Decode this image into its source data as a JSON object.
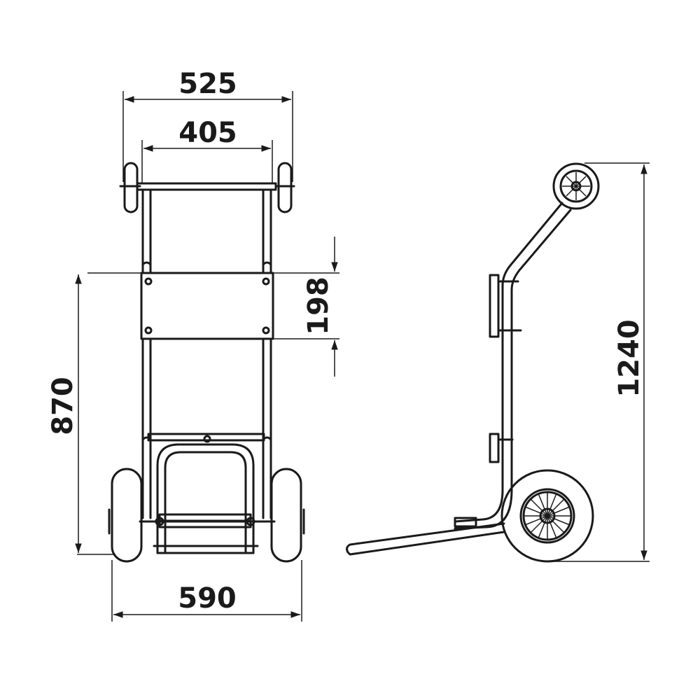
{
  "dimensions": {
    "overall_top_width": "525",
    "inner_top_width": "405",
    "plate_height": "198",
    "frame_height": "870",
    "wheel_track_width": "590",
    "overall_height": "1240"
  },
  "colors": {
    "line": "#1a1a1a",
    "background": "#ffffff"
  }
}
